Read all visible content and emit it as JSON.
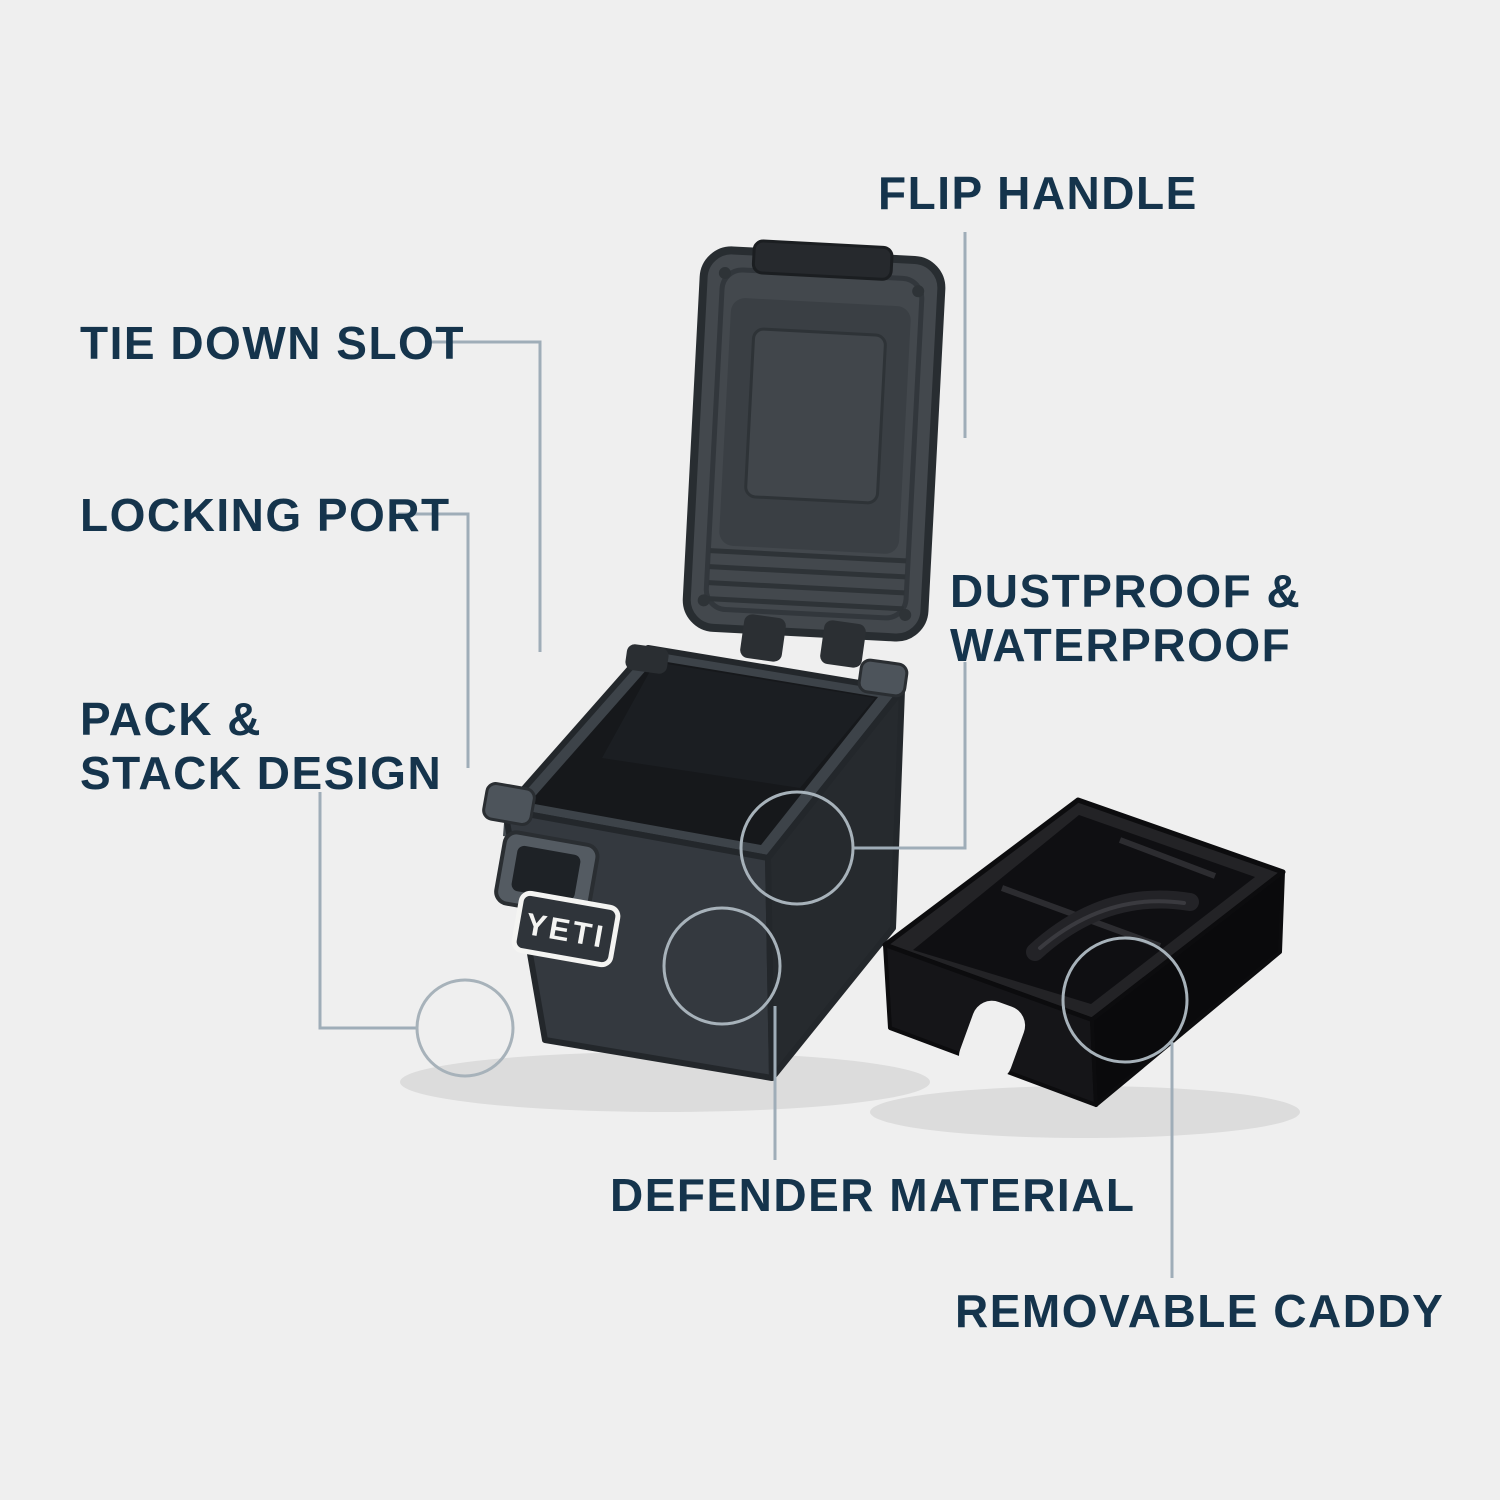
{
  "page": {
    "background": "#efefef"
  },
  "colors": {
    "label_navy": "#15344c",
    "leader_gray": "#9fadb8",
    "box_charcoal": "#34393f",
    "box_dark_side": "#262a2e",
    "lid_gray": "#43484d",
    "caddy_black": "#141416",
    "badge_white": "#f4f4f2"
  },
  "brand": {
    "logo_text": "YETI"
  },
  "callouts": {
    "flip_handle": {
      "label": "FLIP HANDLE"
    },
    "tie_down_slot": {
      "label": "TIE DOWN SLOT"
    },
    "locking_port": {
      "label": "LOCKING PORT"
    },
    "pack_stack": {
      "line1": "PACK &",
      "line2": "STACK DESIGN"
    },
    "dustproof_waterproof": {
      "line1": "DUSTPROOF &",
      "line2": "WATERPROOF"
    },
    "defender_material": {
      "label": "DEFENDER MATERIAL"
    },
    "removable_caddy": {
      "label": "REMOVABLE CADDY"
    }
  }
}
